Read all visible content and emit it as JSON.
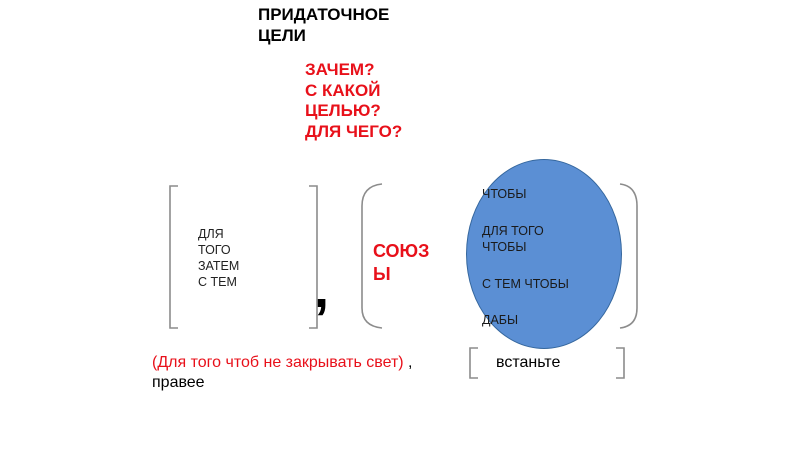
{
  "title": {
    "line1": "ПРИДАТОЧНОЕ",
    "line2": "ЦЕЛИ"
  },
  "questions": [
    "ЗАЧЕМ?",
    "С КАКОЙ",
    "ЦЕЛЬЮ?",
    "ДЛЯ ЧЕГО?"
  ],
  "main_clause": {
    "words": [
      "ДЛЯ",
      "ТОГО",
      "ЗАТЕМ",
      "С ТЕМ"
    ]
  },
  "comma": ",",
  "subordinate_clause": {
    "label_line1": "СОЮЗ",
    "label_line2": "Ы"
  },
  "conjunctions": [
    "ЧТОБЫ",
    "ДЛЯ ТОГО",
    "ЧТОБЫ",
    "С ТЕМ ЧТОБЫ",
    "ДАБЫ"
  ],
  "example": {
    "subordinate": "(Для того чтоб не закрывать свет)",
    "separator": " ,",
    "main_part1": "встаньте",
    "main_part2": "правее"
  },
  "colors": {
    "accent_red": "#e8101a",
    "ellipse_fill": "#5b8fd4",
    "ellipse_stroke": "#35679e",
    "bracket_gray": "#8c8c8c"
  }
}
